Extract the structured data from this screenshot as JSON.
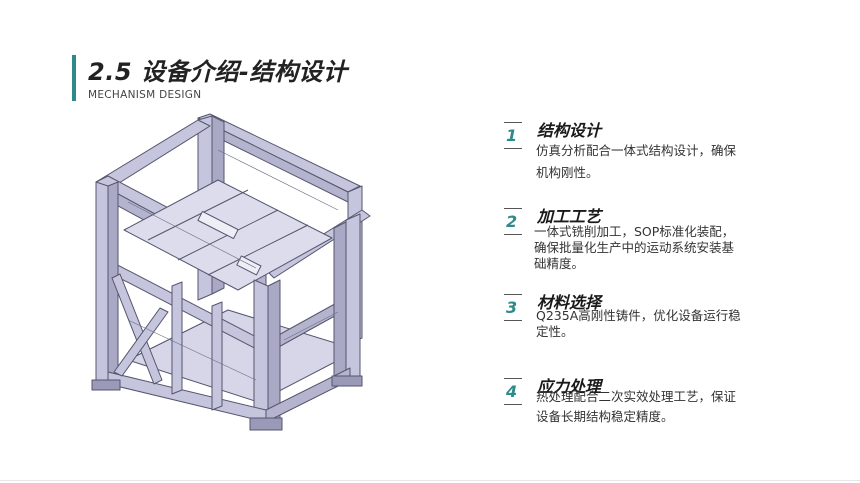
{
  "header": {
    "title": "2.5 设备介绍-结构设计",
    "subtitle": "MECHANISM DESIGN",
    "accent_color": "#2f8a8a"
  },
  "items": [
    {
      "number": "1",
      "title": "结构设计",
      "desc_lines": [
        "仿真分析配合一体式结构设计，确保",
        "机构刚性。"
      ]
    },
    {
      "number": "2",
      "title": "加工工艺",
      "desc_lines": [
        "一体式铣削加工，SOP标准化装配，",
        "确保批量化生产中的运动系统安装基",
        "础精度。"
      ]
    },
    {
      "number": "3",
      "title": "材料选择",
      "desc_lines": [
        "Q235A高刚性铸件，优化设备运行稳",
        "定性。"
      ]
    },
    {
      "number": "4",
      "title": "应力处理",
      "desc_lines": [
        "热处理配合二次实效处理工艺，保证",
        "设备长期结构稳定精度。"
      ]
    }
  ]
}
